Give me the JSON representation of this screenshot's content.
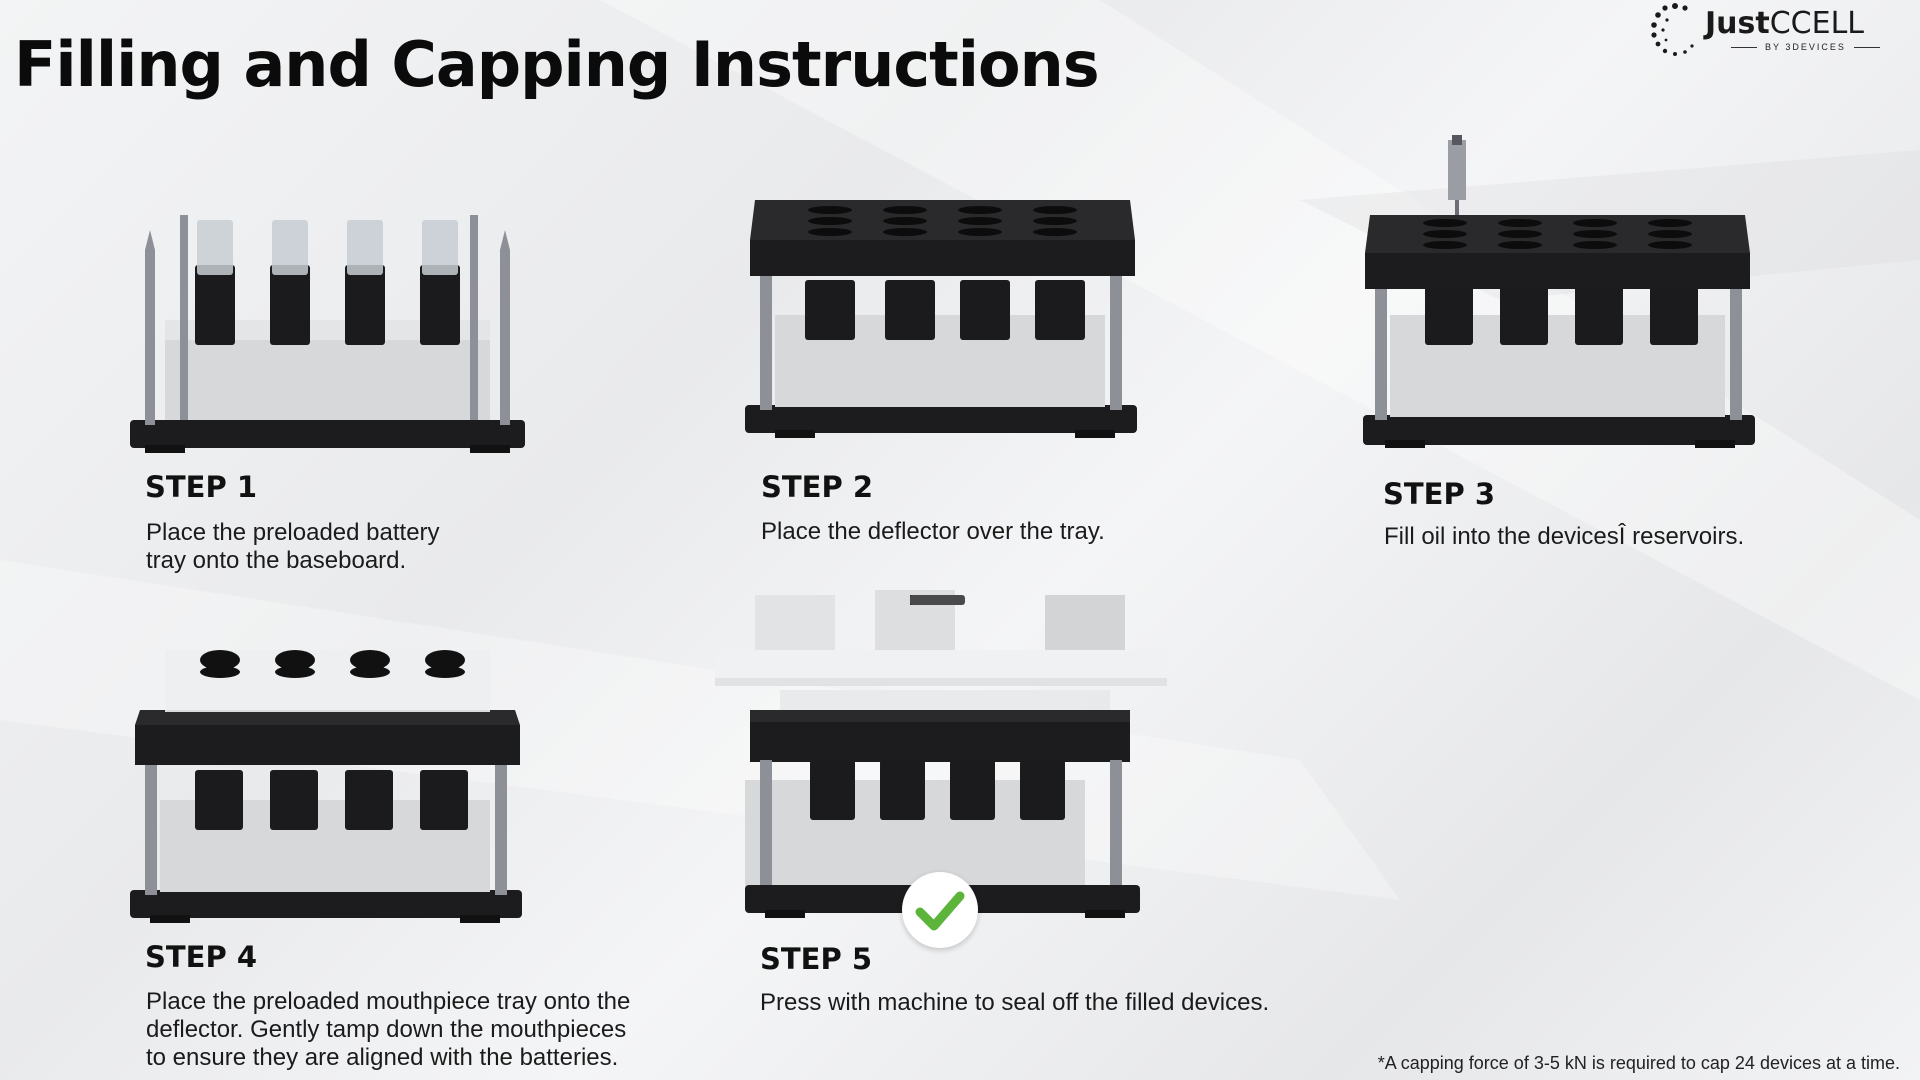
{
  "page": {
    "title": "Filling and Capping Instructions",
    "footnote": "*A capping force of 3-5 kN is required to cap 24 devices at a time."
  },
  "logo": {
    "brand_bold": "Just",
    "brand_rest": "CCELL",
    "sub": "BY 3DEVICES"
  },
  "steps": [
    {
      "label": "STEP 1",
      "text_lines": [
        "Place the preloaded battery",
        "tray onto the baseboard."
      ]
    },
    {
      "label": "STEP 2",
      "text_lines": [
        "Place the deflector over the tray."
      ]
    },
    {
      "label": "STEP 3",
      "text_lines": [
        "Fill oil into the devicesÎ reservoirs."
      ]
    },
    {
      "label": "STEP 4",
      "text_lines": [
        "Place the preloaded mouthpiece tray onto the",
        "deflector. Gently tamp down the mouthpieces",
        "to ensure they are aligned with the batteries."
      ]
    },
    {
      "label": "STEP 5",
      "text_lines": [
        "Press with machine to seal off the filled devices."
      ]
    }
  ],
  "colors": {
    "check_green": "#5db43a",
    "frame_dark": "#1c1c1e",
    "foam": "#d7d8da"
  },
  "icons": [
    "check-icon",
    "brand-logo-icon"
  ]
}
